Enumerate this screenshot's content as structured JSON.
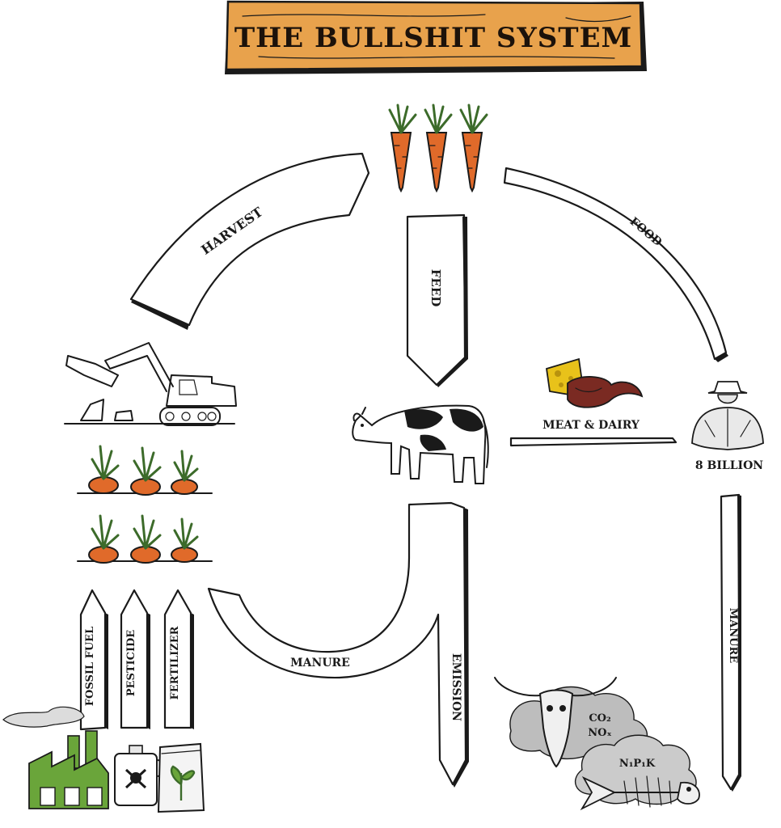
{
  "title": "THE BULLSHIT SYSTEM",
  "labels": {
    "harvest": "HARVEST",
    "feed": "FEED",
    "food": "FOOD",
    "meat_dairy": "MEAT & DAIRY",
    "population": "8 BILLION",
    "manure_left": "MANURE",
    "emission": "EMISSION",
    "manure_right": "MANURE",
    "fossil_fuel": "FOSSIL FUEL",
    "pesticide": "PESTICIDE",
    "fertilizer": "FERTILIZER",
    "gas_co2": "CO₂",
    "gas_nox": "NOₓ",
    "gas_npk": "N₁P₁K"
  },
  "colors": {
    "sign_wood": "#e8a24c",
    "carrot": "#e06a2a",
    "carrot_leaf": "#3c6b2a",
    "factory_green": "#6aa53a",
    "cloud_grey": "#bdbdbd",
    "cheese_yellow": "#e8c21a",
    "meat_red": "#7a2a22"
  },
  "icons": [
    "carrot-icon",
    "cow-icon",
    "farmer-icon",
    "excavator-icon",
    "factory-icon",
    "pesticide-canister-icon",
    "fertilizer-bag-icon",
    "cattle-skull-icon",
    "fish-skeleton-icon",
    "cheese-icon",
    "steak-icon"
  ]
}
